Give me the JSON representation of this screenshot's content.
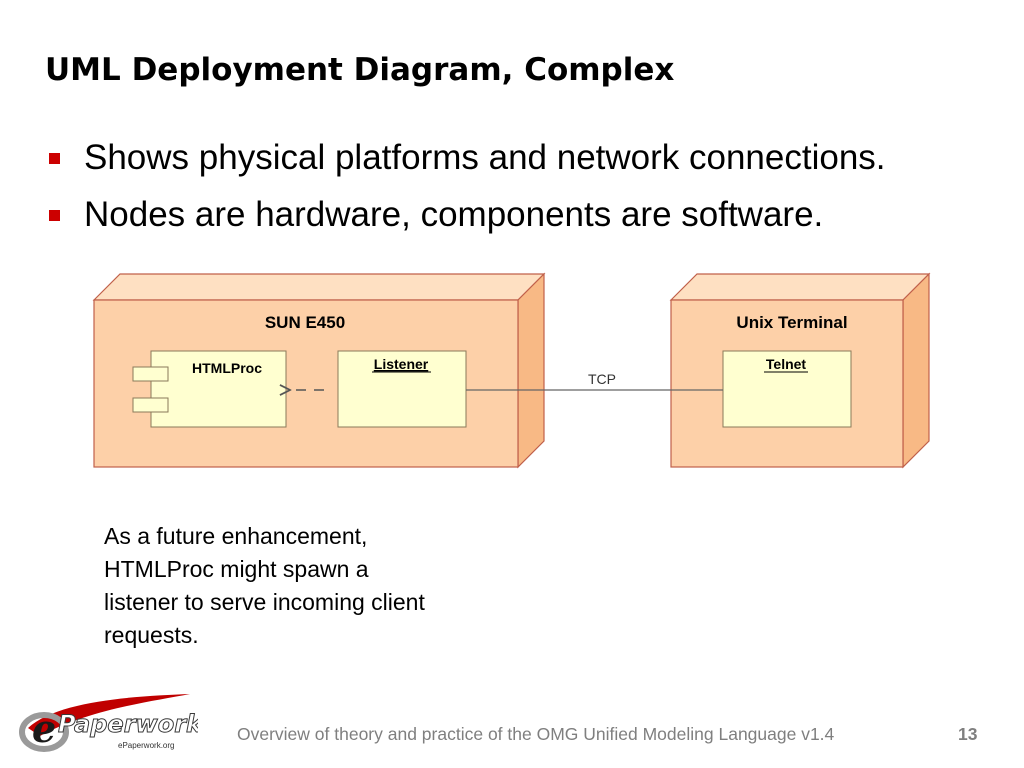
{
  "slide": {
    "title": "UML Deployment Diagram, Complex",
    "bullets": [
      "Shows physical platforms and network connections.",
      "Nodes are hardware, components are software."
    ]
  },
  "diagram": {
    "nodes": [
      {
        "name": "SUN E450",
        "components": [
          {
            "name": "HTMLProc",
            "underlined": false,
            "style": "component"
          },
          {
            "name": "Listener",
            "underlined": true,
            "style": "object"
          }
        ]
      },
      {
        "name": "Unix Terminal",
        "components": [
          {
            "name": "Telnet",
            "underlined": true,
            "style": "object"
          }
        ]
      }
    ],
    "connections": [
      {
        "from": "Listener",
        "to": "Telnet",
        "label": "TCP",
        "style": "solid"
      },
      {
        "from": "Listener",
        "to": "HTMLProc",
        "label": "",
        "style": "dashed-arrow"
      }
    ],
    "colors": {
      "node_fill": "#fdd0a8",
      "node_side": "#f8b985",
      "node_stroke": "#c0604a",
      "component_fill": "#ffffd0",
      "component_stroke": "#b0906a"
    }
  },
  "note": {
    "text": "As a future enhancement, HTMLProc might spawn a listener to serve incoming client requests."
  },
  "footer": {
    "text": "Overview of theory and practice of the OMG Unified Modeling Language v1.4",
    "page_number": "13",
    "logo_text": "ePaperwork",
    "logo_subtext": "ePaperwork.org"
  }
}
